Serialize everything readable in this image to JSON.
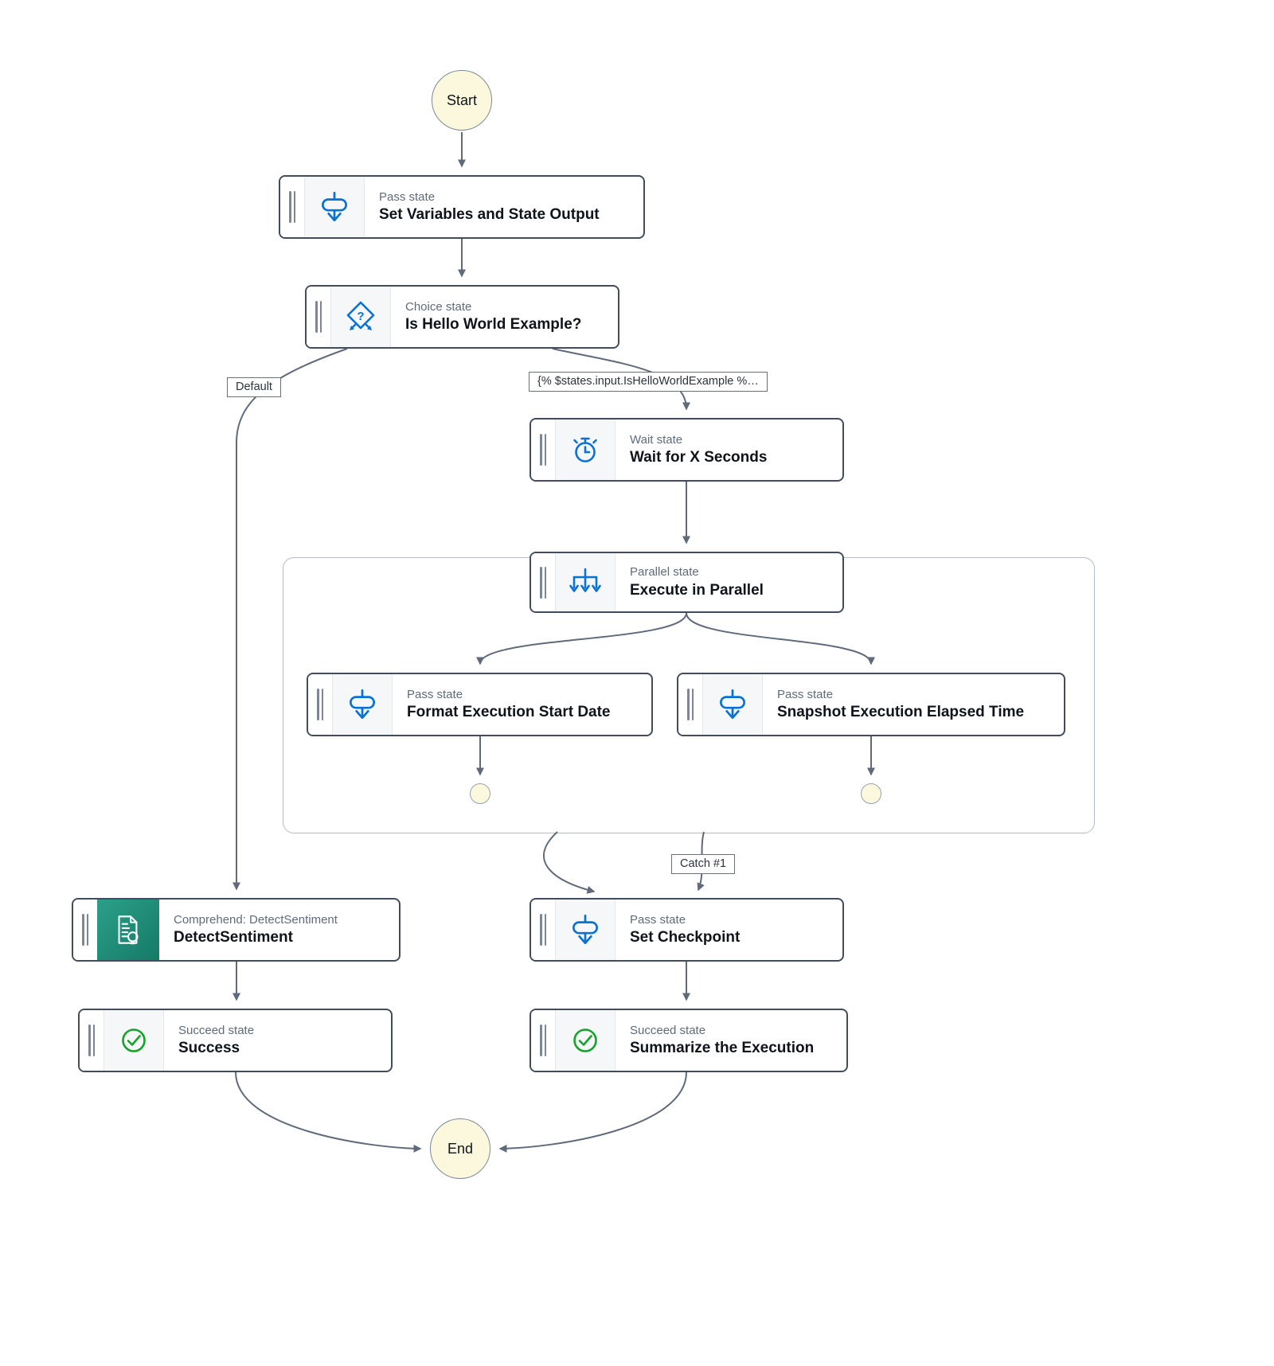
{
  "terminals": {
    "start_label": "Start",
    "end_label": "End"
  },
  "edge_labels": {
    "default_label": "Default",
    "condition_label": "{% $states.input.IsHelloWorldExample %…",
    "catch_label": "Catch #1"
  },
  "nodes": [
    {
      "id": "set-variables",
      "type_label": "Pass state",
      "title": "Set Variables and State Output",
      "icon": "pass-icon"
    },
    {
      "id": "choice",
      "type_label": "Choice state",
      "title": "Is Hello World Example?",
      "icon": "choice-icon"
    },
    {
      "id": "wait",
      "type_label": "Wait state",
      "title": "Wait for X Seconds",
      "icon": "wait-icon"
    },
    {
      "id": "parallel",
      "type_label": "Parallel state",
      "title": "Execute in Parallel",
      "icon": "parallel-icon"
    },
    {
      "id": "format-date",
      "type_label": "Pass state",
      "title": "Format Execution Start Date",
      "icon": "pass-icon"
    },
    {
      "id": "snapshot-time",
      "type_label": "Pass state",
      "title": "Snapshot Execution Elapsed Time",
      "icon": "pass-icon"
    },
    {
      "id": "set-checkpoint",
      "type_label": "Pass state",
      "title": "Set Checkpoint",
      "icon": "pass-icon"
    },
    {
      "id": "detect-sentiment",
      "type_label": "Comprehend: DetectSentiment",
      "title": "DetectSentiment",
      "icon": "comprehend-icon"
    },
    {
      "id": "success",
      "type_label": "Succeed state",
      "title": "Success",
      "icon": "succeed-icon"
    },
    {
      "id": "summarize",
      "type_label": "Succeed state",
      "title": "Summarize the Execution",
      "icon": "succeed-icon"
    }
  ],
  "colors": {
    "accent_blue": "#0972d3",
    "node_border": "#414d5c",
    "connector_gray": "#5f6b7a",
    "terminal_fill": "#fbf8dd",
    "terminal_border": "#7d8998",
    "comprehend_teal_start": "#2ca08a",
    "comprehend_teal_end": "#147a66",
    "succeed_green": "#16a329",
    "type_label_text": "#5f6b7a",
    "title_text": "#0f141a"
  }
}
